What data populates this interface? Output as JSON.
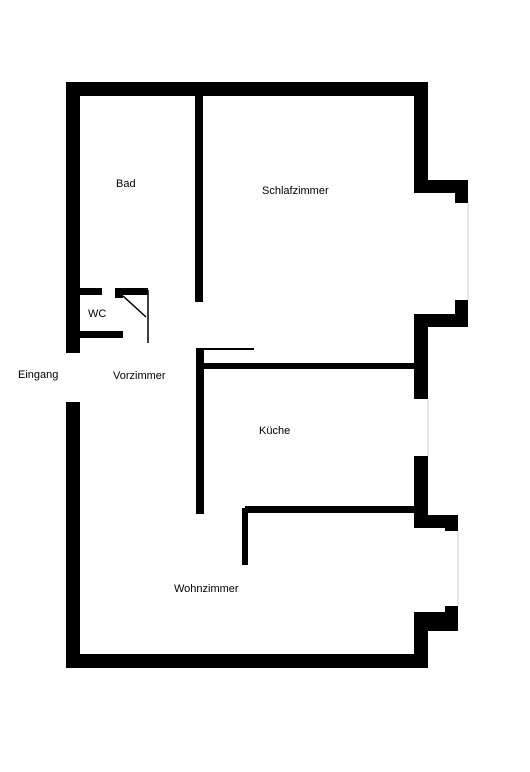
{
  "rooms": {
    "bath": "Bad",
    "bedroom": "Schlafzimmer",
    "toilet": "WC",
    "entrance": "Eingang",
    "hallway": "Vorzimmer",
    "kitchen": "Küche",
    "living_room": "Wohnzimmer"
  },
  "colors": {
    "wall": "#000000",
    "background": "#ffffff",
    "window_glass": "#cfcfcf"
  }
}
